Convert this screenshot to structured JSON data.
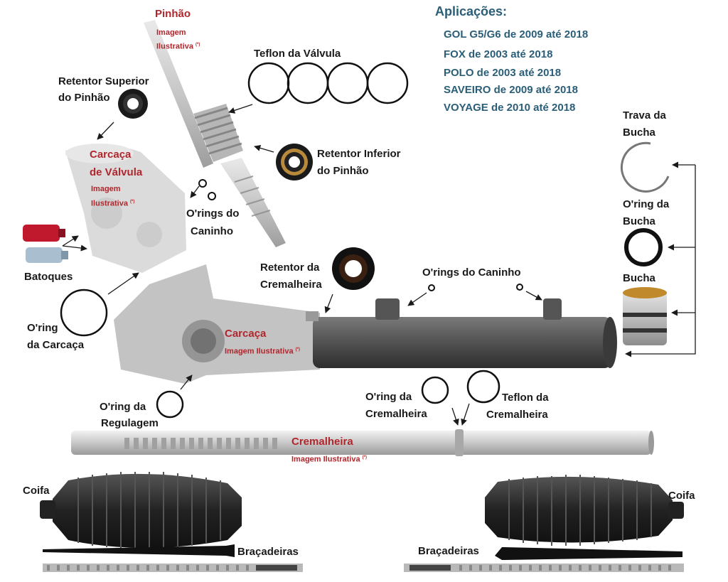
{
  "applications": {
    "title": "Aplicações:",
    "items": [
      "GOL G5/G6 de 2009 até 2018",
      "FOX de 2003 até 2018",
      "POLO de 2003 até 2018",
      "SAVEIRO de 2009 até 2018",
      "VOYAGE de 2010 até 2018"
    ]
  },
  "labels": {
    "pinhao": "Pinhão",
    "imagem": "Imagem",
    "ilustrativa": "Ilustrativa",
    "imagem_ilustrativa": "Imagem Ilustrativa",
    "note_mark": "(*)",
    "teflon_valvula": "Teflon da Válvula",
    "retentor_superior_1": "Retentor Superior",
    "retentor_superior_2": "do Pinhão",
    "retentor_inferior_1": "Retentor Inferior",
    "retentor_inferior_2": "do Pinhão",
    "carcaca_valvula_1": "Carcaça",
    "carcaca_valvula_2": "de Válvula",
    "orings_caninho_1": "O'rings do",
    "orings_caninho_2": "Caninho",
    "batoques": "Batoques",
    "oring_carcaca_1": "O'ring",
    "oring_carcaca_2": "da Carcaça",
    "retentor_cremalheira_1": "Retentor da",
    "retentor_cremalheira_2": "Cremalheira",
    "orings_do_caninho": "O'rings do Caninho",
    "carcaca": "Carcaça",
    "trava_bucha_1": "Trava da",
    "trava_bucha_2": "Bucha",
    "oring_bucha_1": "O'ring da",
    "oring_bucha_2": "Bucha",
    "bucha": "Bucha",
    "oring_regulagem_1": "O'ring da",
    "oring_regulagem_2": "Regulagem",
    "oring_cremalheira_1": "O'ring da",
    "oring_cremalheira_2": "Cremalheira",
    "teflon_cremalheira_1": "Teflon da",
    "teflon_cremalheira_2": "Cremalheira",
    "cremalheira": "Cremalheira",
    "coifa_left": "Coifa",
    "coifa_right": "Coifa",
    "bracadeiras_left": "Braçadeiras",
    "bracadeiras_right": "Braçadeiras"
  },
  "colors": {
    "app_text": "#2a5e78",
    "part_red": "#b0262c",
    "rubber_black": "#1e1e1e",
    "metal_gray": "#b9b9b9"
  }
}
